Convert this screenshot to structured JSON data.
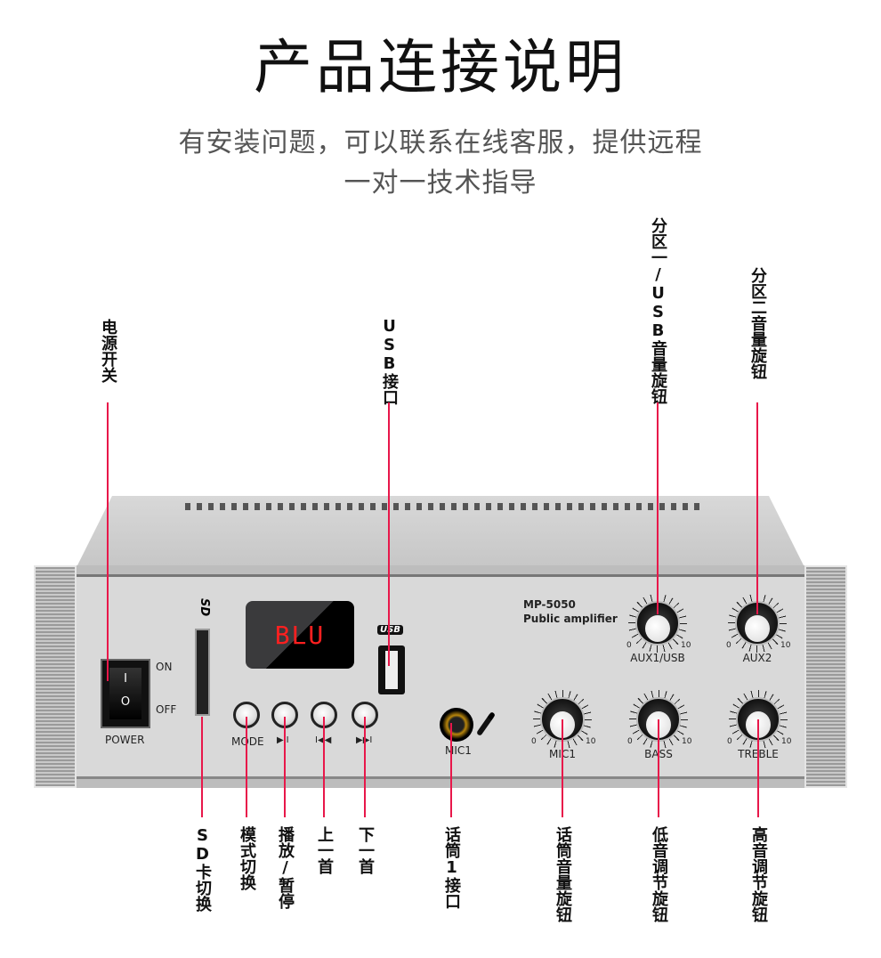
{
  "title": "产品连接说明",
  "subtitle": [
    "有安装问题，可以联系在线客服，提供远程",
    "一对一技术指导"
  ],
  "callouts_top": {
    "power": "电源开关",
    "usb": "USB接口",
    "aux1": "分区一/USB音量旋钮",
    "aux2": "分区二音量旋钮"
  },
  "callouts_bottom": {
    "sd": "SD卡切换",
    "mode": "模式切换",
    "play": "播放/暂停",
    "prev": "上一首",
    "next": "下一首",
    "mic_jack": "话筒1接口",
    "mic_knob": "话筒音量旋钮",
    "bass": "低音调节旋钮",
    "treble": "高音调节旋钮"
  },
  "device": {
    "model": "MP-5050",
    "desc": "Public amplifier",
    "display": "BLU",
    "on": "ON",
    "off": "OFF",
    "power": "POWER",
    "sd_logo": "SD",
    "usb_logo": "USB",
    "mode": "MODE",
    "play": "▶II",
    "prev": "I◀◀",
    "next": "▶▶I",
    "mic_jack": "MIC1",
    "knobs": [
      {
        "name": "AUX1/USB",
        "min": "0",
        "max": "10"
      },
      {
        "name": "AUX2",
        "min": "0",
        "max": "10"
      },
      {
        "name": "MIC1",
        "min": "0",
        "max": "10"
      },
      {
        "name": "BASS",
        "min": "0",
        "max": "10"
      },
      {
        "name": "TREBLE",
        "min": "0",
        "max": "10"
      }
    ]
  },
  "colors": {
    "callout_line": "#e8174a",
    "display_text": "#ff2020"
  }
}
